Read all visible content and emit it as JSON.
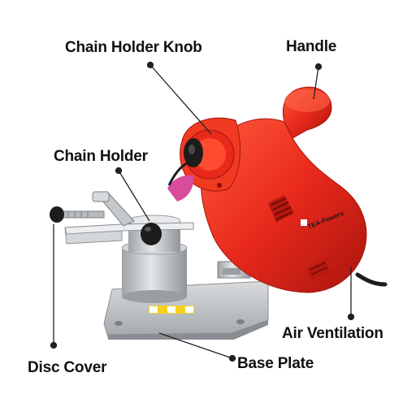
{
  "labels": {
    "chain_holder_knob": "Chain Holder Knob",
    "handle": "Handle",
    "chain_holder": "Chain Holder",
    "air_ventilation": "Air Ventilation",
    "disc_cover": "Disc Cover",
    "base_plate": "Base Plate"
  },
  "product": {
    "brand_text": "TEA-Powers"
  },
  "colors": {
    "body_red": "#e8291c",
    "body_red_dark": "#b01810",
    "metal_silver": "#c9cccf",
    "metal_dark": "#8d9196",
    "knob_black": "#1c1c1c",
    "leader_line": "#222222",
    "label_text": "#111111"
  }
}
